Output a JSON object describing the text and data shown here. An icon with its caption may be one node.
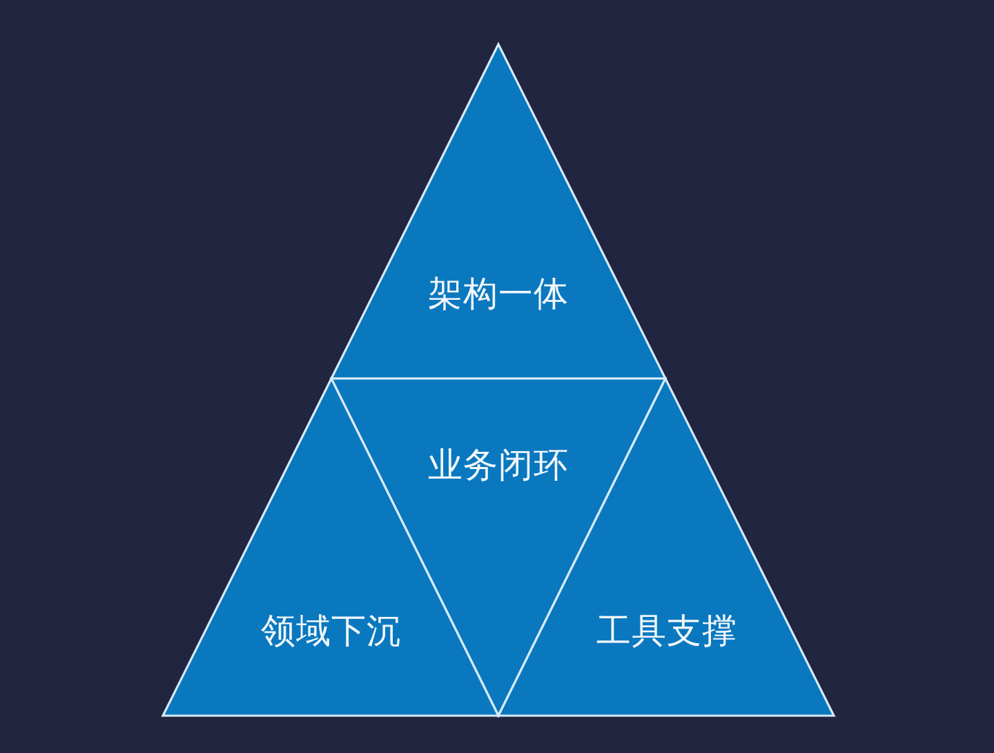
{
  "diagram": {
    "nodes": [
      {
        "text": [
          "架构一体"
        ]
      },
      {
        "text": [
          "业务闭环"
        ]
      },
      {
        "text": [
          "领域下沉"
        ]
      },
      {
        "text": [
          "工具支撑"
        ]
      }
    ]
  }
}
